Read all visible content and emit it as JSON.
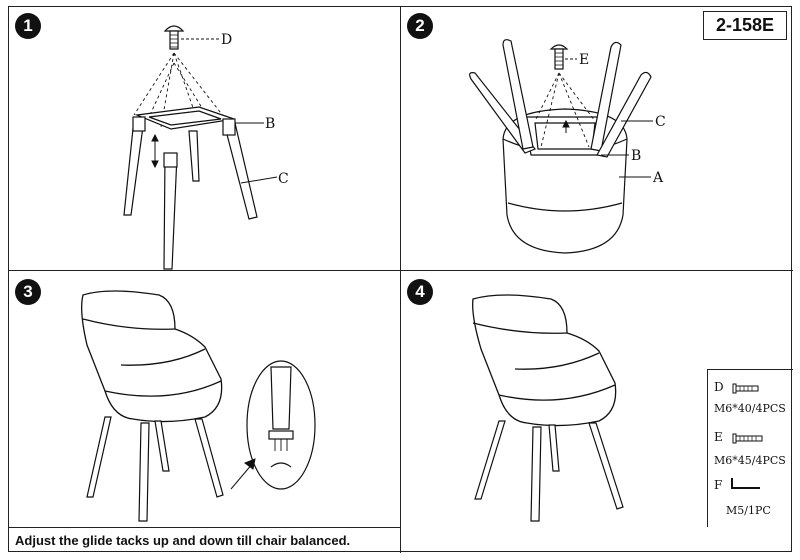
{
  "model_number": "2-158E",
  "steps": [
    {
      "number": "1",
      "labels": {
        "d": "D",
        "b": "B",
        "c": "C"
      }
    },
    {
      "number": "2",
      "labels": {
        "e": "E",
        "c": "C",
        "b": "B",
        "a": "A"
      }
    },
    {
      "number": "3",
      "caption": "Adjust the glide tacks up and down till chair balanced."
    },
    {
      "number": "4"
    }
  ],
  "parts_list": [
    {
      "letter": "D",
      "icon": "bolt-icon",
      "spec": "M6*40/4PCS"
    },
    {
      "letter": "E",
      "icon": "bolt-icon",
      "spec": "M6*45/4PCS"
    },
    {
      "letter": "F",
      "icon": "allen-key-icon",
      "spec": "M5/1PC"
    }
  ]
}
